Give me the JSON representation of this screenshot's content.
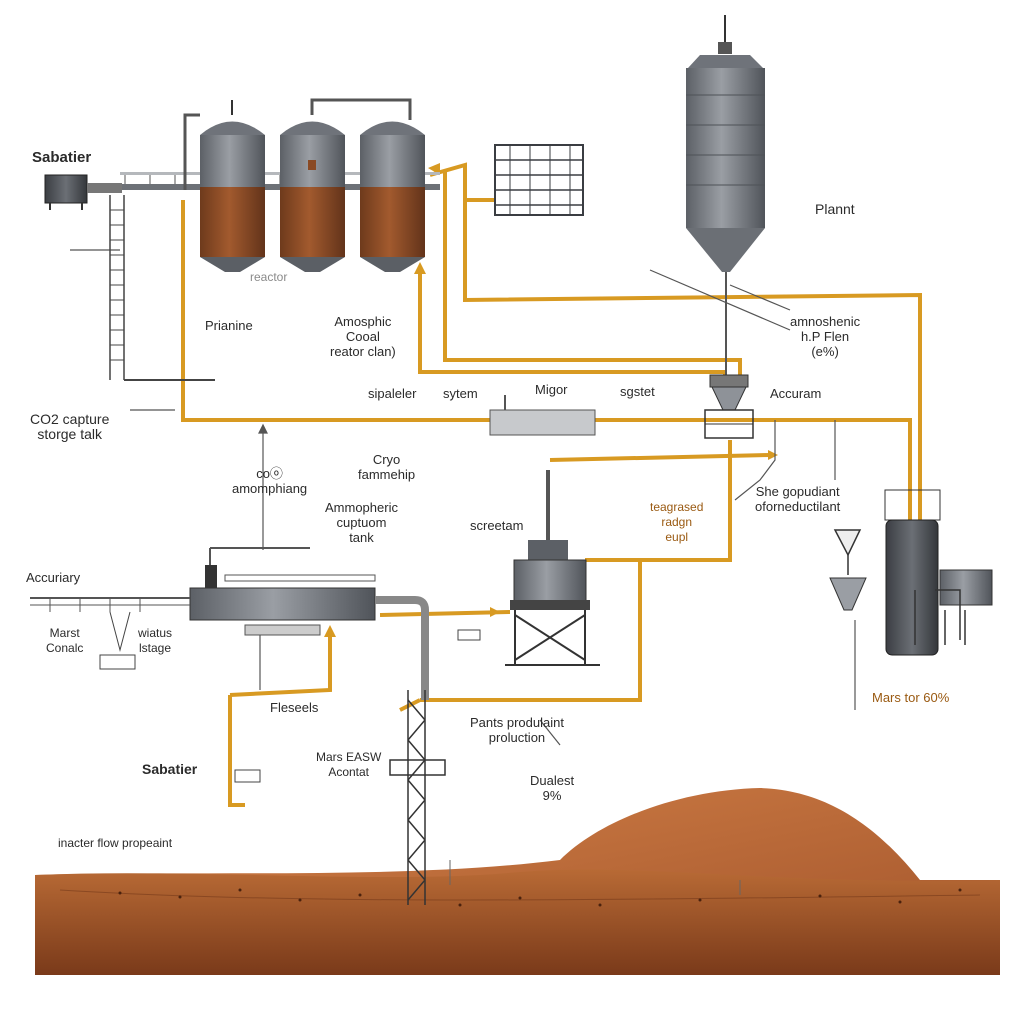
{
  "colors": {
    "pipe_orange": "#d89a22",
    "tank_steel": "#7b7f86",
    "tank_rust": "#8a4a24",
    "mars_soil": "#a5582a",
    "mars_dune": "#c06a33",
    "frame_dark": "#3a3d42"
  },
  "labels": {
    "sabatier_top": "Sabatier",
    "reactor": "reactor",
    "plannt": "Plannt",
    "prianine": "Prianine",
    "amosphic": "Amosphic\nCooal\nreator clan)",
    "amnoshenic": "amnoshenic\nh.P Flen\n(e%)",
    "sipaleler": "sipaleler",
    "sytem": "sytem",
    "migor": "Migor",
    "sgstet": "sgstet",
    "accuram": "Accuram",
    "co2_capture": "CO2 capture\nstorge talk",
    "cryo": "Cryo\nfammehip",
    "coo": "coⓞ\namomphiang",
    "ammopheric": "Ammopheric\ncuptuom\ntank",
    "screetam": "screetam",
    "teagrased": "teagrased\nradgn\neupl",
    "she_gopudiant": "She gopudiant\noforneductilant",
    "accuriary": "Accuriary",
    "marst_conalc": "Marst\nConalc",
    "wiatus_lstage": "wiatus\nlstage",
    "fleseels": "Fleseels",
    "mars_easw": "Mars EASW\nAcontat",
    "pants": "Pants produlaint\nproluction",
    "dualest": "Dualest\n9%",
    "sabatier_bottom": "Sabatier",
    "mars_tor": "Mars tor 60%",
    "inacter": "inacter flow propeaint"
  }
}
